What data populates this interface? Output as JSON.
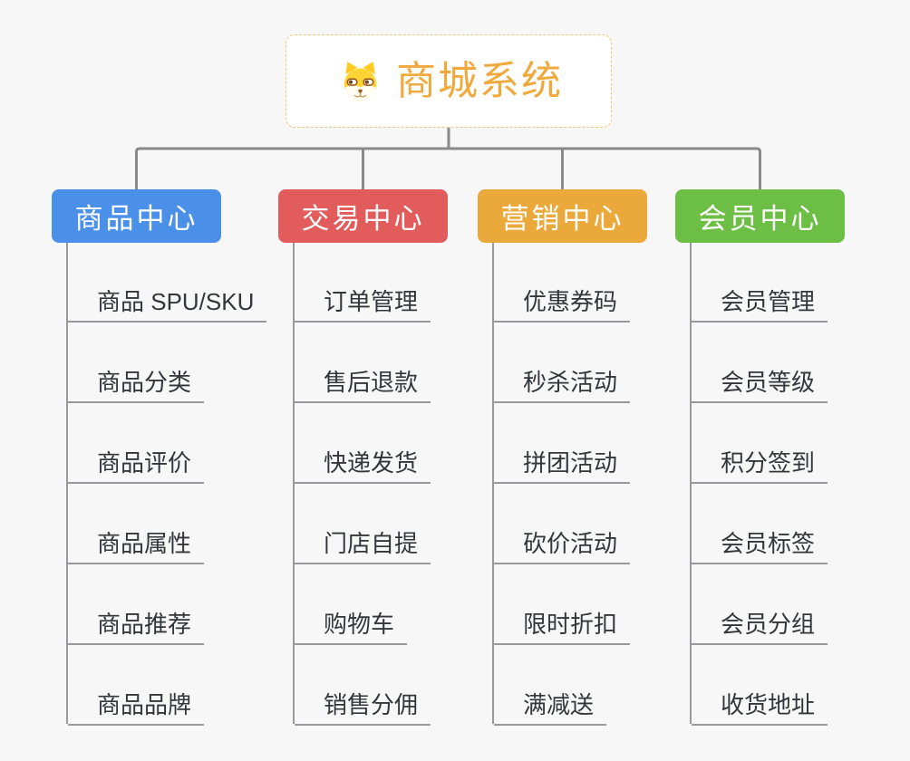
{
  "root": {
    "title": "商城系统",
    "icon": "dog-face-icon"
  },
  "branches": [
    {
      "label": "商品中心",
      "color": "#4A90E8",
      "children": [
        "商品 SPU/SKU",
        "商品分类",
        "商品评价",
        "商品属性",
        "商品推荐",
        "商品品牌"
      ]
    },
    {
      "label": "交易中心",
      "color": "#E25C5C",
      "children": [
        "订单管理",
        "售后退款",
        "快递发货",
        "门店自提",
        "购物车",
        "销售分佣"
      ]
    },
    {
      "label": "营销中心",
      "color": "#ECA93B",
      "children": [
        "优惠券码",
        "秒杀活动",
        "拼团活动",
        "砍价活动",
        "限时折扣",
        "满减送"
      ]
    },
    {
      "label": "会员中心",
      "color": "#6CBE44",
      "children": [
        "会员管理",
        "会员等级",
        "积分签到",
        "会员标签",
        "会员分组",
        "收货地址"
      ]
    }
  ],
  "colors": {
    "root_text": "#F0A93C",
    "root_border": "#F3C577",
    "connector": "#8A8A8A",
    "leaf_line": "#97999C",
    "leaf_text": "#33363B",
    "background": "#F7F7F7"
  }
}
